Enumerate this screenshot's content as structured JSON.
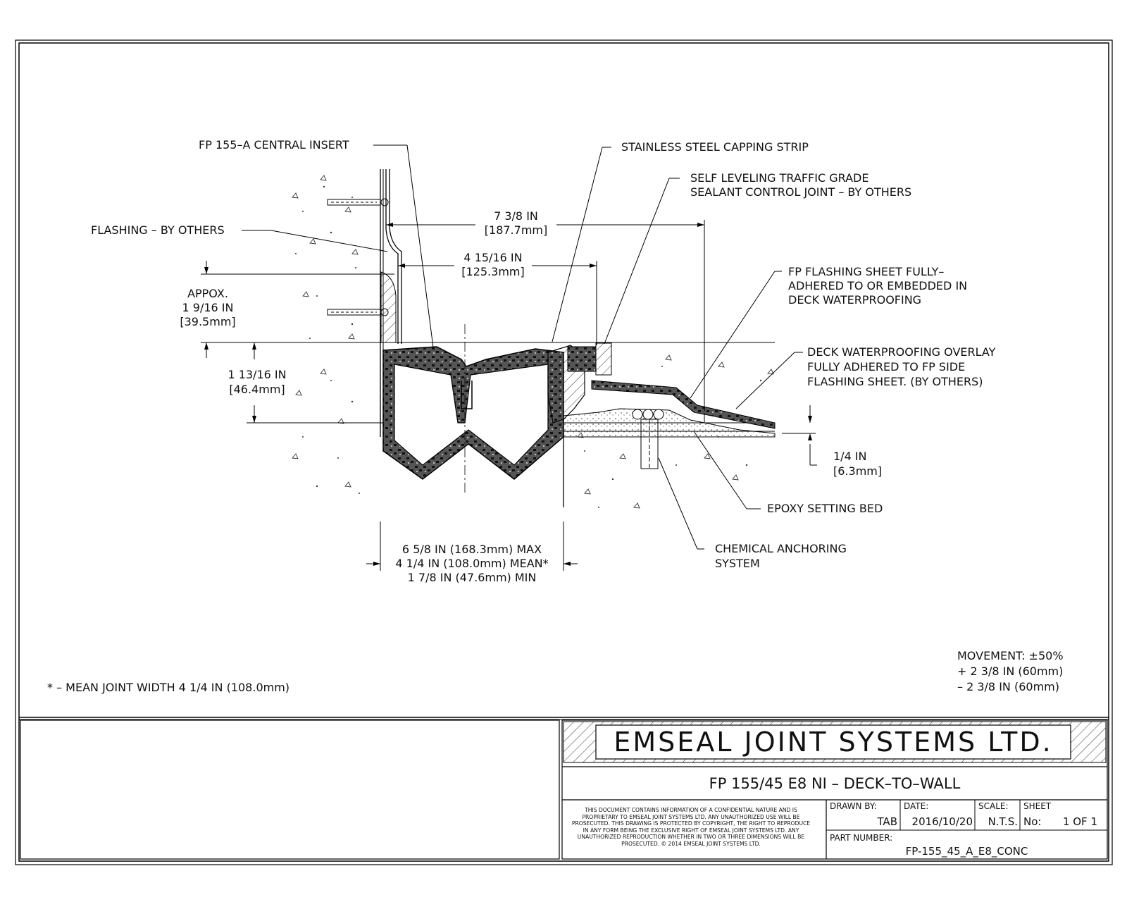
{
  "callouts": {
    "central_insert": "FP 155–A CENTRAL INSERT",
    "capping_strip": "STAINLESS STEEL CAPPING STRIP",
    "sealant_1": "SELF LEVELING TRAFFIC GRADE",
    "sealant_2": "SEALANT CONTROL JOINT – BY OTHERS",
    "flashing": "FLASHING – BY OTHERS",
    "fp_sheet_1": "FP FLASHING SHEET FULLY–",
    "fp_sheet_2": "ADHERED TO OR EMBEDDED IN",
    "fp_sheet_3": "DECK WATERPROOFING",
    "overlay_1": "DECK WATERPROOFING OVERLAY",
    "overlay_2": "FULLY ADHERED TO FP SIDE",
    "overlay_3": "FLASHING SHEET. (BY OTHERS)",
    "epoxy": "EPOXY SETTING BED",
    "anchor_1": "CHEMICAL ANCHORING",
    "anchor_2": "SYSTEM"
  },
  "dimensions": {
    "d1_in": "7 3/8 IN",
    "d1_mm": "[187.7mm]",
    "d2_in": "4 15/16 IN",
    "d2_mm": "[125.3mm]",
    "d3_label": "APPOX.",
    "d3_in": "1 9/16 IN",
    "d3_mm": "[39.5mm]",
    "d4_in": "1 13/16 IN",
    "d4_mm": "[46.4mm]",
    "d5_in": "1/4 IN",
    "d5_mm": "[6.3mm]",
    "width_max": "6 5/8 IN (168.3mm) MAX",
    "width_mean": "4 1/4 IN (108.0mm) MEAN*",
    "width_min": "1 7/8 IN (47.6mm) MIN"
  },
  "notes": {
    "mean_note": "* – MEAN JOINT WIDTH 4 1/4 IN (108.0mm)",
    "movement": "MOVEMENT: ±50%",
    "movement_plus": "+ 2 3/8 IN (60mm)",
    "movement_minus": "– 2 3/8 IN (60mm)"
  },
  "title_block": {
    "company": "EMSEAL JOINT SYSTEMS LTD.",
    "drawing_title": "FP 155/45 E8 NI – DECK–TO–WALL",
    "disclaimer": "This document contains information of a confidential nature and is proprietary to Emseal Joint Systems Ltd. Any unauthorized use will be prosecuted. This drawing is protected by copyright, the right to reproduce in any form being the exclusive right of Emseal Joint Systems Ltd. Any unauthorized reproduction whether in two or three dimensions will be prosecuted. © 2014 Emseal Joint Systems Ltd.",
    "drawn_by_label": "DRAWN BY:",
    "drawn_by": "TAB",
    "date_label": "DATE:",
    "date": "2016/10/20",
    "scale_label": "SCALE:",
    "scale": "N.T.S.",
    "sheet_label": "SHEET",
    "sheet_no_label": "No:",
    "sheet_no": "1 OF 1",
    "part_label": "PART NUMBER:",
    "part_number": "FP-155_45_A_E8_CONC"
  }
}
